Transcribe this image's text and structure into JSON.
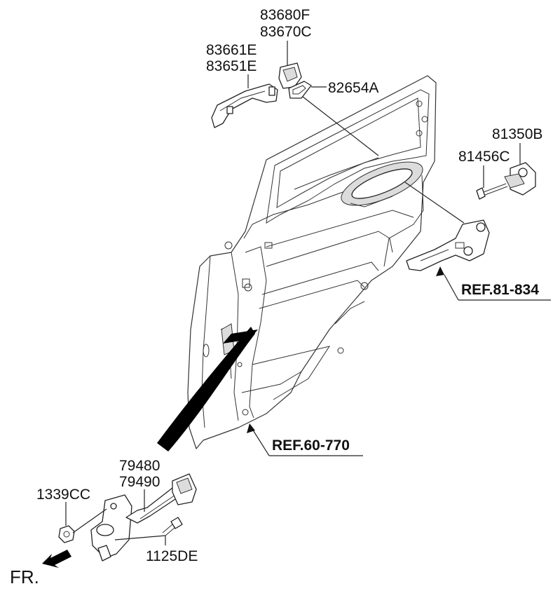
{
  "parts": {
    "outside_handle_cover_labels": [
      "83680F",
      "83670C"
    ],
    "outside_handle_labels": [
      "83661E",
      "83651E"
    ],
    "gasket_label": "82654A",
    "striker_label": "81350B",
    "striker_screw_label": "81456C",
    "door_checker_labels": [
      "79480",
      "79490"
    ],
    "nut_label": "1339CC",
    "bolt_label": "1125DE"
  },
  "references": {
    "handle_ref": "REF.81-834",
    "door_panel_ref": "REF.60-770"
  },
  "orientation": {
    "front_label": "FR."
  },
  "colors": {
    "line": "#222222",
    "background": "#ffffff",
    "band": "#000000"
  }
}
